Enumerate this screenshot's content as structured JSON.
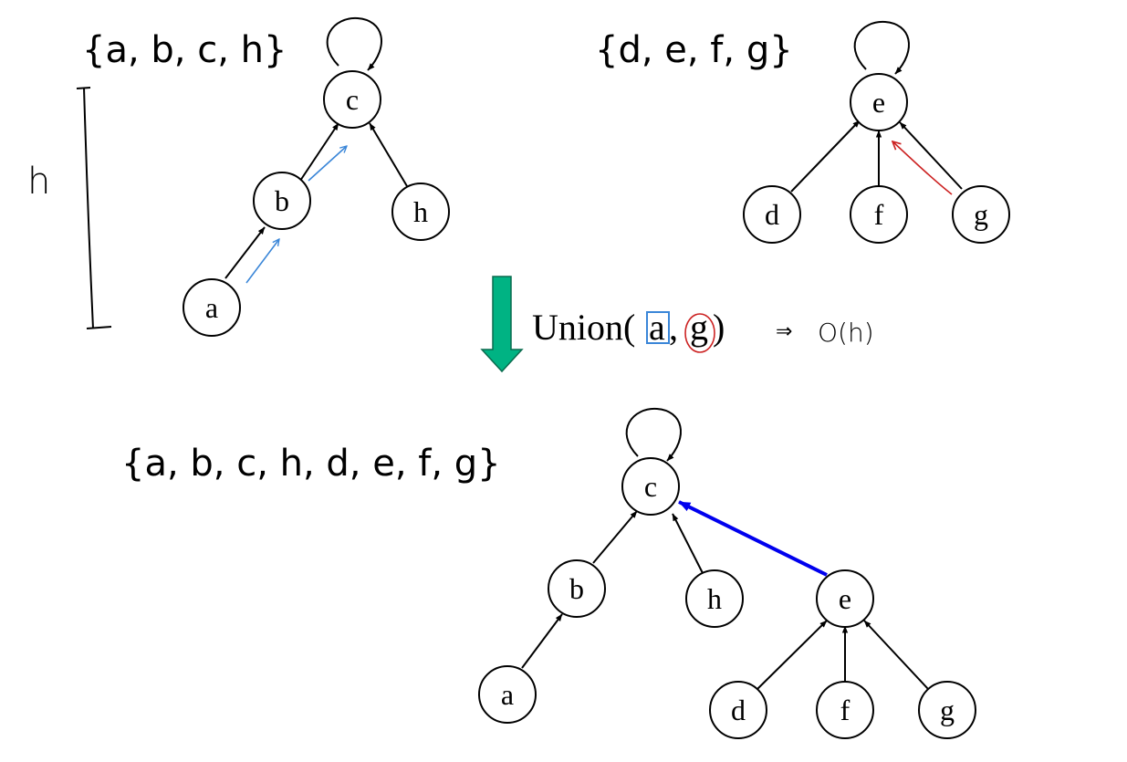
{
  "sets": {
    "left_top": "{a, b, c, h}",
    "right_top": "{d, e, f, g}",
    "merged": "{a, b, c, h, d, e, f, g}"
  },
  "operation": {
    "union_prefix": "Union(",
    "arg1": "a",
    "comma": ",",
    "arg2": "g",
    "close": ")",
    "note_arrow": "⇒",
    "note_complexity": "O(h)"
  },
  "height_label": "h",
  "nodes": {
    "tree1": {
      "c": "c",
      "b": "b",
      "a": "a",
      "h": "h"
    },
    "tree2": {
      "e": "e",
      "d": "d",
      "f": "f",
      "g": "g"
    },
    "merged": {
      "c": "c",
      "b": "b",
      "h": "h",
      "a": "a",
      "e": "e",
      "d": "d",
      "f": "f",
      "g": "g"
    }
  },
  "colors": {
    "union_link": "#0000ee",
    "find_path_left": "#3a86d8",
    "find_path_right": "#cc2222",
    "arg1_highlight": "#3a86d8",
    "arg2_highlight": "#cc2222",
    "arrow_fill": "#00b383",
    "arrow_stroke": "#0a6b4e"
  }
}
